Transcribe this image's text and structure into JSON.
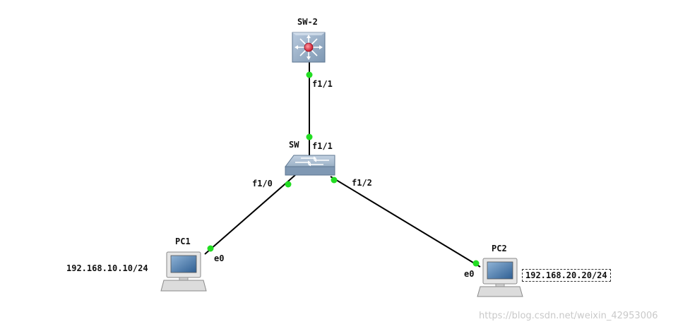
{
  "devices": {
    "sw2": {
      "label": "SW-2",
      "icon": "multilayer-switch-icon"
    },
    "sw": {
      "label": "SW",
      "icon": "switch-icon"
    },
    "pc1": {
      "label": "PC1",
      "icon": "computer-icon",
      "ip": "192.168.10.10/24"
    },
    "pc2": {
      "label": "PC2",
      "icon": "computer-icon",
      "ip": "192.168.20.20/24"
    }
  },
  "links": [
    {
      "from": "sw2",
      "to": "sw",
      "from_port": "f1/1",
      "to_port": "f1/1"
    },
    {
      "from": "sw",
      "to": "pc1",
      "from_port": "f1/0",
      "to_port": "e0"
    },
    {
      "from": "sw",
      "to": "pc2",
      "from_port": "f1/2",
      "to_port": "e0"
    }
  ],
  "colors": {
    "link": "#000000",
    "port_up": "#22dd22",
    "device_body": "#8ea7c0",
    "router_core": "#e23a4a"
  },
  "watermark": "https://blog.csdn.net/weixin_42953006"
}
